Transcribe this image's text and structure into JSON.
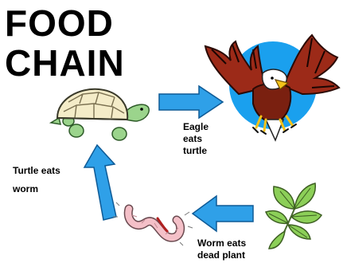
{
  "title": [
    "FOOD",
    "CHAIN"
  ],
  "captions": {
    "eagle": [
      "Eagle",
      "eats",
      "turtle"
    ],
    "turtle": [
      "Turtle eats",
      "worm"
    ],
    "worm": [
      "Worm eats",
      "dead plant"
    ]
  },
  "icons": [
    "turtle-icon",
    "eagle-icon",
    "plant-icon",
    "worm-icon"
  ],
  "colors": {
    "arrow": "#2fa0e8",
    "arrow_stroke": "#0e5a96",
    "sun": "#1aa0ee",
    "eagle_wing": "#9c2a18",
    "turtle_shell": "#f4ecc8",
    "turtle_skin": "#9bd48c",
    "leaf": "#8ccf58",
    "worm": "#f4c0c8"
  }
}
